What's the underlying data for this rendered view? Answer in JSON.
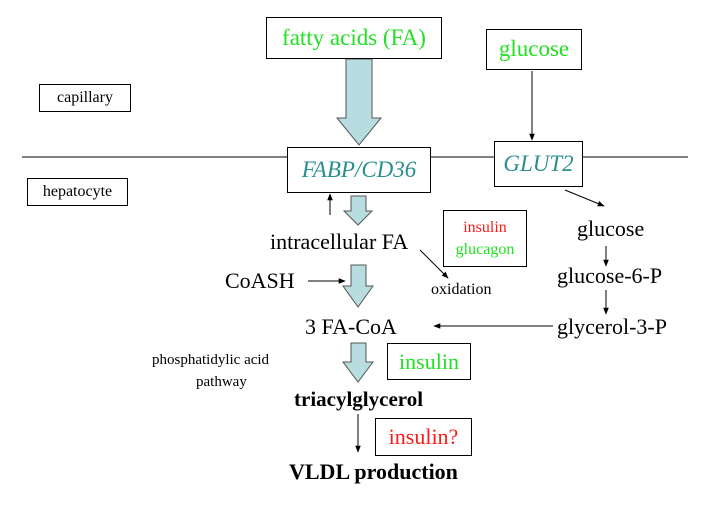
{
  "colors": {
    "green": "#22e022",
    "red": "#ff1a1a",
    "teal": "#2a8f8f",
    "arrow_fill": "#b7dde0",
    "arrow_stroke": "#555555"
  },
  "labels": {
    "fatty_acids": "fatty acids (FA)",
    "glucose_top": "glucose",
    "capillary": "capillary",
    "hepatocyte": "hepatocyte",
    "fabp": "FABP/CD36",
    "glut2": "GLUT2",
    "intracellular_fa": "intracellular FA",
    "regulation_insulin": "insulin",
    "regulation_glucagon": "glucagon",
    "oxidation": "oxidation",
    "coash": "CoASH",
    "fa_coa": "3 FA-CoA",
    "glucose": "glucose",
    "glucose_6p": "glucose-6-P",
    "glycerol_3p": "glycerol-3-P",
    "pathway_line1": "phosphatidylic acid",
    "pathway_line2": "pathway",
    "insulin_box": "insulin",
    "triacylglycerol": "triacylglycerol",
    "insulin_question": "insulin?",
    "vldl": "VLDL production"
  }
}
